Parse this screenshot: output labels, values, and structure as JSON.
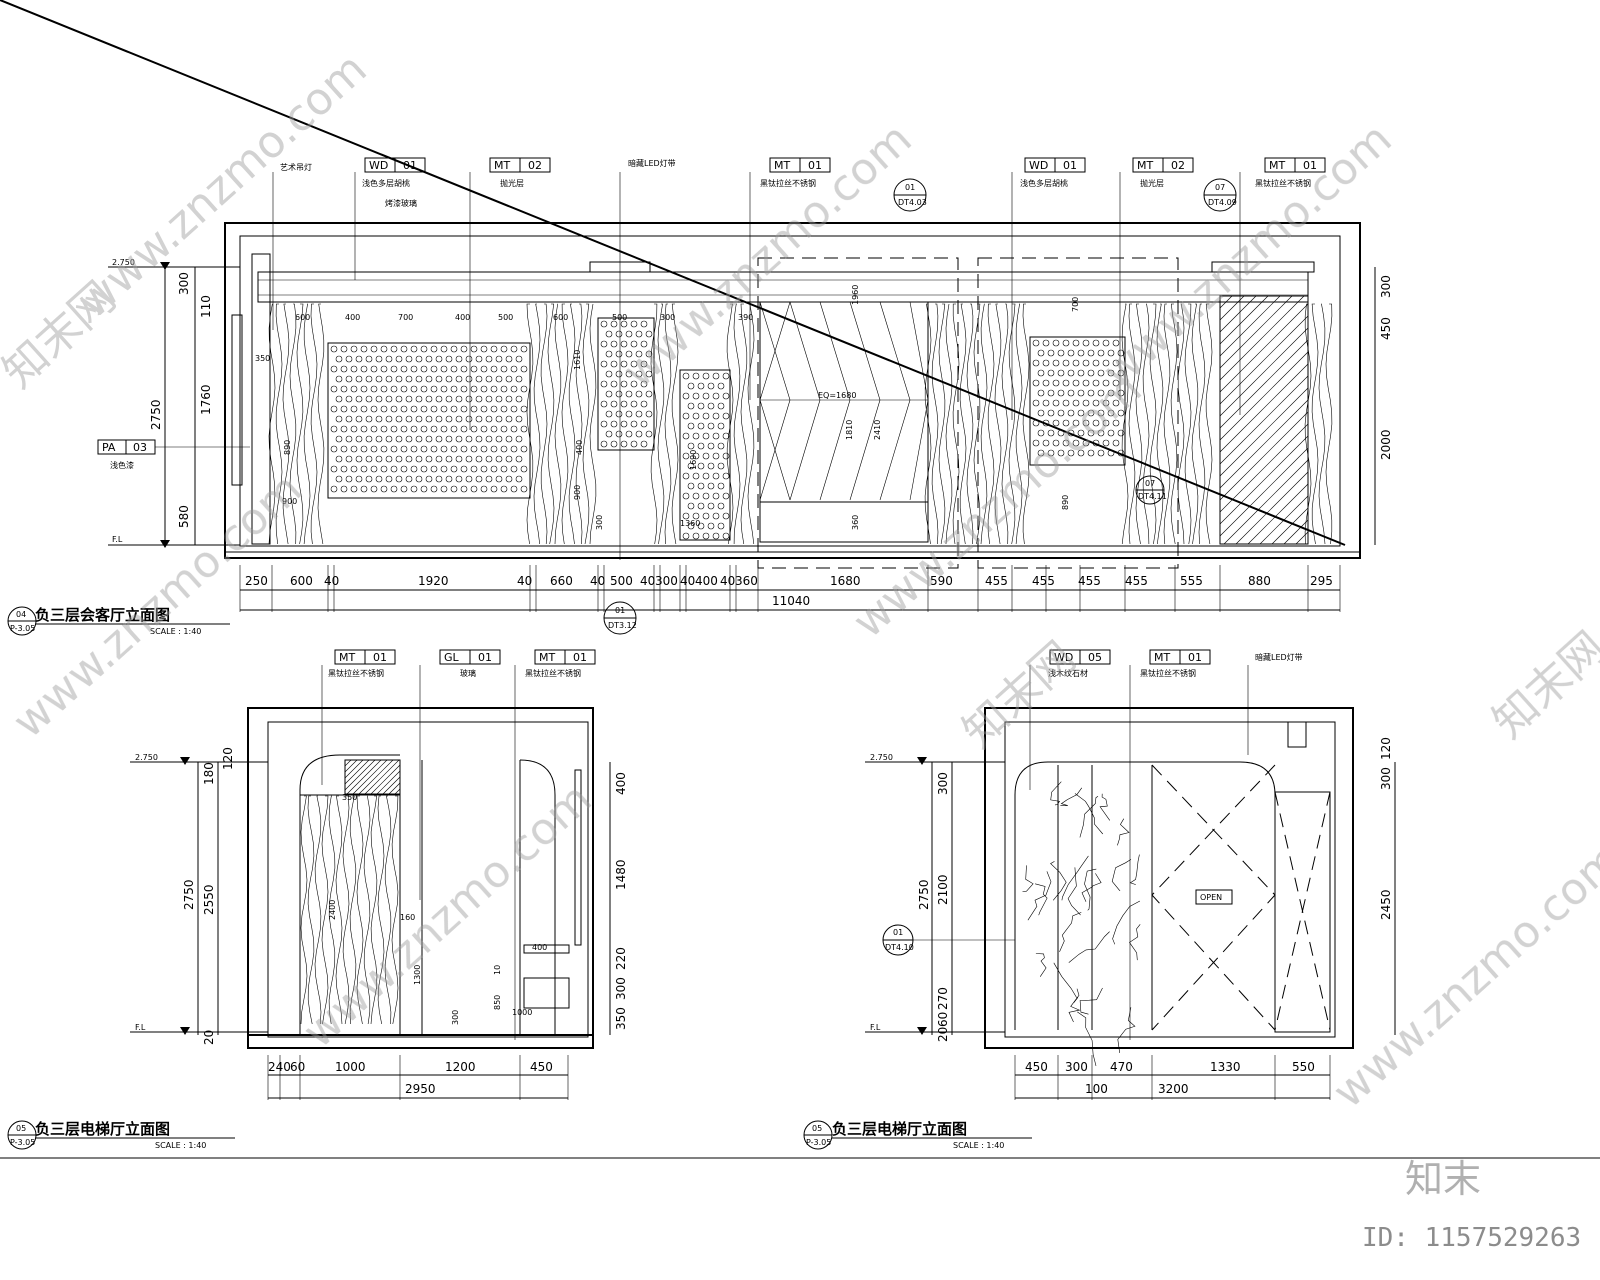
{
  "drawings": [
    {
      "title": "负三层会客厅立面图",
      "scale": "SCALE : 1:40",
      "symbol_number": "04",
      "symbol_sheet": "P-3.05",
      "tags": [
        {
          "code": "WD",
          "num": "01",
          "note": "浅色多层胡桃"
        },
        {
          "code": "MT",
          "num": "02",
          "note": "抛光层"
        },
        {
          "code": "MT",
          "num": "01",
          "note": "黑钛拉丝不锈钢"
        },
        {
          "code": "WD",
          "num": "01",
          "note": "浅色多层胡桃"
        },
        {
          "code": "MT",
          "num": "02",
          "note": "抛光层"
        },
        {
          "code": "MT",
          "num": "01",
          "note": "黑钛拉丝不锈钢"
        },
        {
          "code": "PA",
          "num": "03",
          "note": "浅色漆"
        }
      ],
      "notes": [
        "艺术吊灯",
        "烤漆玻璃",
        "暗藏LED灯带"
      ],
      "detail_refs": [
        {
          "num": "01",
          "sheet": "DT4.03"
        },
        {
          "num": "07",
          "sheet": "DT4.09"
        },
        {
          "num": "01",
          "sheet": "DT3.12"
        },
        {
          "num": "07",
          "sheet": "DT4.11"
        }
      ],
      "levels": [
        "2.750",
        "F.L"
      ],
      "bottom_dims": [
        "250",
        "600",
        "40",
        "1920",
        "40",
        "660",
        "40",
        "500",
        "40",
        "300",
        "40",
        "400",
        "40",
        "360",
        "1680",
        "590",
        "455",
        "455",
        "455",
        "455",
        "555",
        "880",
        "295"
      ],
      "total": "11040",
      "left_dims": [
        "300",
        "110",
        "1760",
        "2750",
        "580"
      ],
      "right_dims": [
        "300",
        "450",
        "2000"
      ],
      "top_dims": [
        "600",
        "400",
        "700",
        "400",
        "500",
        "600",
        "500",
        "300",
        "390"
      ],
      "inner_labels": [
        "EQ=1680",
        "1810",
        "2410",
        "350",
        "900",
        "1610",
        "1690",
        "1360",
        "890",
        "300",
        "400",
        "360",
        "900",
        "1960",
        "700",
        "890"
      ]
    },
    {
      "title": "负三层电梯厅立面图",
      "scale": "SCALE : 1:40",
      "symbol_number": "05",
      "symbol_sheet": "P-3.05",
      "tags": [
        {
          "code": "MT",
          "num": "01",
          "note": "黑钛拉丝不锈钢"
        },
        {
          "code": "GL",
          "num": "01",
          "note": "玻璃"
        },
        {
          "code": "MT",
          "num": "01",
          "note": "黑钛拉丝不锈钢"
        }
      ],
      "levels": [
        "2.750",
        "F.L"
      ],
      "bottom_dims": [
        "240",
        "60",
        "1000",
        "1200",
        "450"
      ],
      "total": "2950",
      "left_dims": [
        "180",
        "120",
        "2750",
        "2550",
        "20"
      ],
      "right_dims": [
        "400",
        "1480",
        "220",
        "300",
        "350"
      ],
      "inner_labels": [
        "350",
        "2400",
        "160",
        "1300",
        "400",
        "10",
        "850",
        "300",
        "1000"
      ]
    },
    {
      "title": "负三层电梯厅立面图",
      "scale": "SCALE : 1:40",
      "symbol_number": "05",
      "symbol_sheet": "P-3.05",
      "tags": [
        {
          "code": "WD",
          "num": "05",
          "note": "浅木纹石材"
        },
        {
          "code": "MT",
          "num": "01",
          "note": "黑钛拉丝不锈钢"
        }
      ],
      "notes": [
        "暗藏LED灯带"
      ],
      "detail_refs": [
        {
          "num": "01",
          "sheet": "DT4.10"
        }
      ],
      "levels": [
        "2.750",
        "F.L"
      ],
      "bottom_dims": [
        "450",
        "300",
        "470",
        "1330",
        "550"
      ],
      "sub_dim": "100",
      "total": "3200",
      "left_dims": [
        "300",
        "2100",
        "2750",
        "270",
        "60",
        "20"
      ],
      "right_dims": [
        "300",
        "120",
        "2450"
      ],
      "inner_labels": [
        "OPEN"
      ]
    }
  ],
  "watermark": {
    "text_cn": "知末网",
    "domain": "www.znzmo.com",
    "brand": "知末",
    "id": "ID: 1157529263"
  }
}
